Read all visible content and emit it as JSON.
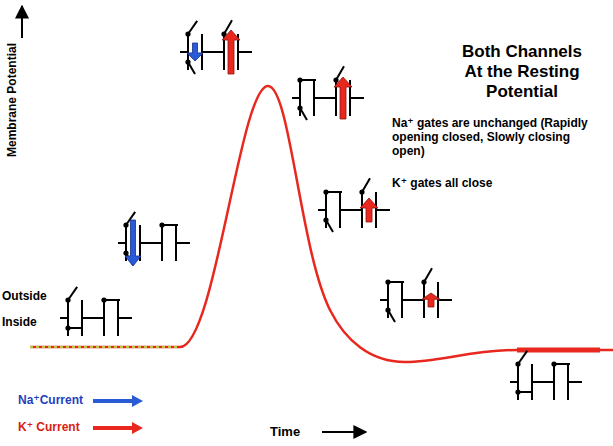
{
  "diagram": {
    "title": "Both Channels At the Resting Potential",
    "labels": [
      "Membrane Potential",
      "Time",
      "Na⁺ gates are unchanged (Rapidly opening closed, Slowly closing open)",
      "K⁺ gates all close",
      "Outside",
      "Inside"
    ],
    "legend": [
      {
        "text": "Na⁺Current"
      },
      {
        "text": "K⁺ Current"
      }
    ]
  }
}
